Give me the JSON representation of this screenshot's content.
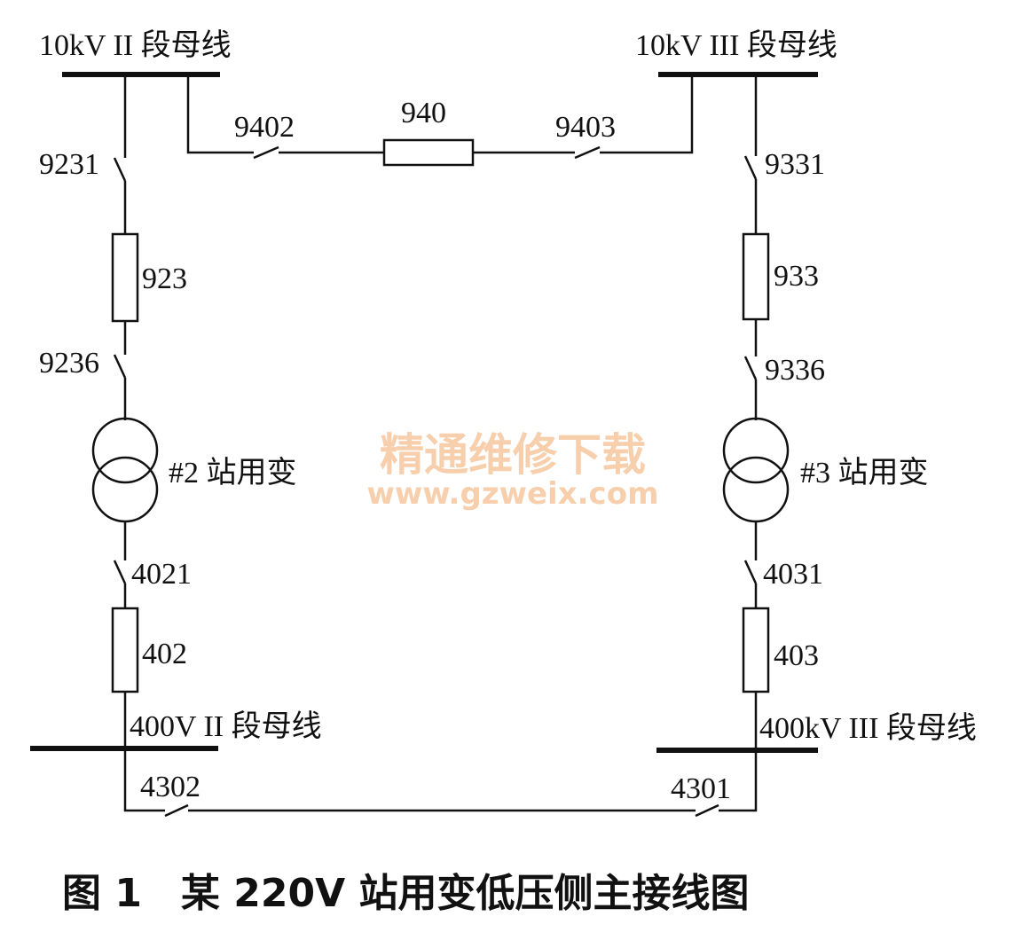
{
  "buses": {
    "hv_left": "10kV II 段母线",
    "hv_right": "10kV III 段母线",
    "lv_left": "400V II 段母线",
    "lv_right": "400kV III 段母线"
  },
  "tie": {
    "breaker_hv": "940",
    "switch_hv_left": "9402",
    "switch_hv_right": "9403",
    "switch_lv_left": "4302",
    "switch_lv_right": "4301"
  },
  "left_feeder": {
    "switch_top": "9231",
    "breaker_hv": "923",
    "switch_mid": "9236",
    "transformer": "#2 站用变",
    "switch_lv": "4021",
    "breaker_lv": "402"
  },
  "right_feeder": {
    "switch_top": "9331",
    "breaker_hv": "933",
    "switch_mid": "9336",
    "transformer": "#3 站用变",
    "switch_lv": "4031",
    "breaker_lv": "403"
  },
  "watermark": {
    "line1": "精通维修下载",
    "line2": "www.gzweix.com"
  },
  "caption": "图 1　某 220V 站用变低压侧主接线图"
}
